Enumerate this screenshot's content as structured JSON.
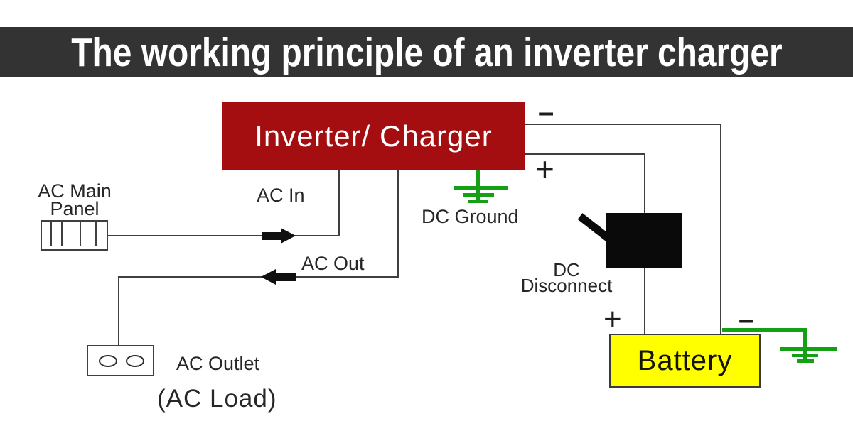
{
  "header": {
    "title": "The working principle of an inverter charger"
  },
  "inverter": {
    "label": "Inverter/ Charger"
  },
  "battery": {
    "label": "Battery"
  },
  "labels": {
    "ac_main_1": "AC Main",
    "ac_main_2": "Panel",
    "ac_in": "AC In",
    "ac_out": "AC Out",
    "dc_ground": "DC Ground",
    "dc_disc_1": "DC",
    "dc_disc_2": "Disconnect",
    "ac_outlet": "AC Outlet",
    "ac_load": "(AC Load)"
  },
  "signs": {
    "inverter_minus": "–",
    "inverter_plus": "+",
    "battery_plus": "+",
    "battery_minus": "–"
  },
  "colors": {
    "header_bg": "#333333",
    "header_fg": "#ffffff",
    "inverter_red": "#a40e10",
    "battery_yellow": "#ffff00",
    "ground_green": "#14a014",
    "wire_gray": "#3f3f3f",
    "arrow_black": "#101010"
  }
}
